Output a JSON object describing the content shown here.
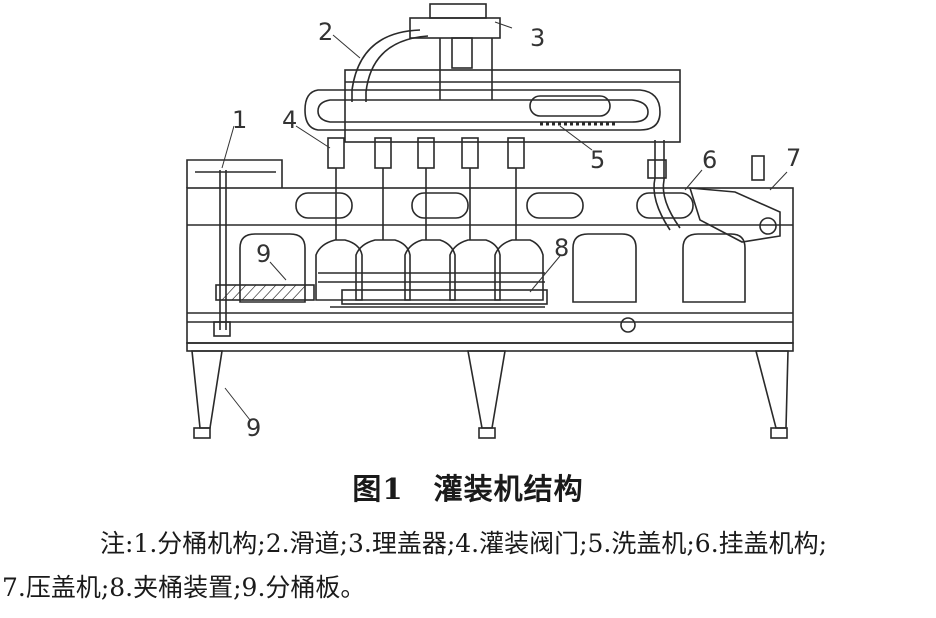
{
  "figure": {
    "callouts": [
      {
        "id": "1",
        "label": "1"
      },
      {
        "id": "2",
        "label": "2"
      },
      {
        "id": "3",
        "label": "3"
      },
      {
        "id": "4",
        "label": "4"
      },
      {
        "id": "5",
        "label": "5"
      },
      {
        "id": "6",
        "label": "6"
      },
      {
        "id": "7",
        "label": "7"
      },
      {
        "id": "8",
        "label": "8"
      },
      {
        "id": "9a",
        "label": "9"
      },
      {
        "id": "9b",
        "label": "9"
      }
    ]
  },
  "caption": {
    "number": "图1",
    "title": "灌装机结构"
  },
  "note": {
    "line1": "注:1.分桶机构;2.滑道;3.理盖器;4.灌装阀门;5.洗盖机;6.挂盖机构;",
    "line2": "7.压盖机;8.夹桶装置;9.分桶板。"
  }
}
